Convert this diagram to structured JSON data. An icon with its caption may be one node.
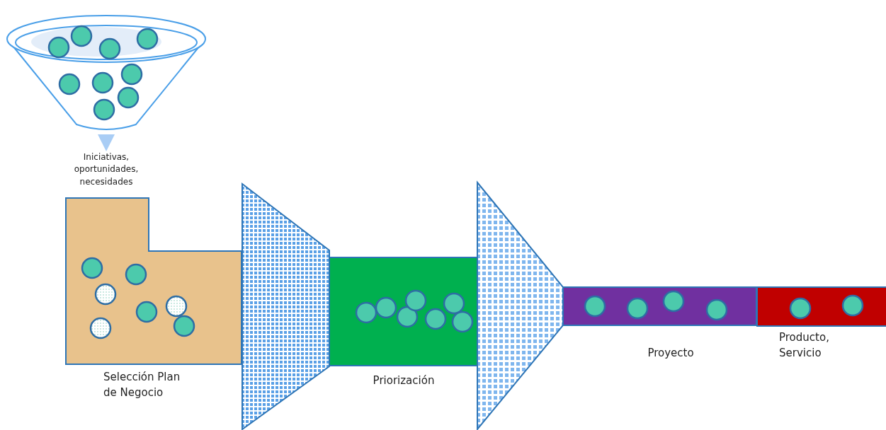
{
  "diagram": {
    "nodes": [
      {
        "text": [],
        "shape": "funnel"
      },
      {
        "text": [
          "Iniciativas, oportunidades, necesidades"
        ]
      },
      {
        "text": [
          "Selección Plan de Negocio"
        ]
      },
      {
        "text": [],
        "shape": "trapezoid"
      },
      {
        "text": [
          "Priorización"
        ]
      },
      {
        "text": [],
        "shape": "trapezoid"
      },
      {
        "text": [
          "Proyecto"
        ]
      },
      {
        "text": [
          "Producto, Servicio"
        ]
      }
    ],
    "edges": [
      {
        "from": 0,
        "to": 1,
        "arrow": "to"
      }
    ]
  }
}
